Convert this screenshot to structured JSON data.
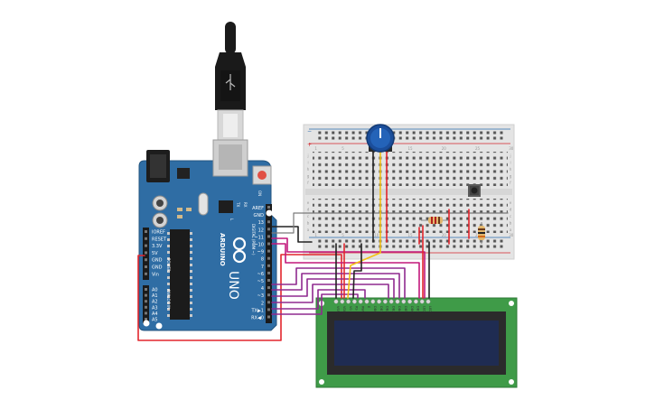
{
  "board": {
    "brand": "ARDUINO",
    "model": "UNO",
    "header_digital": "DIGITAL (PWM ~)",
    "header_power": "POWER",
    "header_analog": "ANALOG IN",
    "tx_label": "TX",
    "rx_label": "RX",
    "on_label": "ON",
    "l_label": "L",
    "digital_pins": [
      "AREF",
      "GND",
      "13",
      "12",
      "~11",
      "~10",
      "~9",
      "8",
      "7",
      "~6",
      "~5",
      "4",
      "~3",
      "2",
      "TX▶1",
      "RX◀0"
    ],
    "power_pins": [
      "IOREF",
      "RESET",
      "3.3V",
      "5V",
      "GND",
      "GND",
      "Vin"
    ],
    "analog_pins": [
      "A0",
      "A1",
      "A2",
      "A3",
      "A4",
      "A5"
    ]
  },
  "breadboard": {
    "rows": [
      "j",
      "i",
      "h",
      "g",
      "f",
      "e",
      "d",
      "c",
      "b",
      "a"
    ],
    "columns": [
      "1",
      "5",
      "10",
      "15",
      "20",
      "25",
      "30"
    ],
    "rail_plus": "+",
    "rail_minus": "−"
  },
  "lcd": {
    "pins": [
      "VSS",
      "VDD",
      "V0",
      "RS",
      "RW",
      "E",
      "DB0",
      "DB1",
      "DB2",
      "DB3",
      "DB4",
      "DB5",
      "DB6",
      "DB7",
      "LED",
      "LED"
    ]
  },
  "colors": {
    "board": "#2f6da4",
    "breadboard": "#e4e4e4",
    "lcd_pcb": "#3f9b48",
    "lcd_screen": "#1f2c52",
    "wire_red": "#e3262d",
    "wire_black": "#222222",
    "wire_yellow": "#f4c114",
    "wire_purple": "#8f2a8f",
    "wire_magenta": "#c2187c",
    "wire_grey": "#7a7a7a",
    "pot_knob": "#1b4e9b"
  }
}
